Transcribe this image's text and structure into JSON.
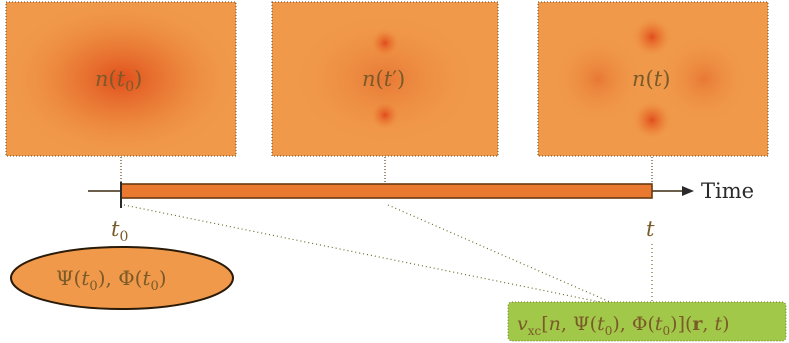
{
  "panels": [
    {
      "label_main": "n",
      "label_arg": "t",
      "label_sub": "0",
      "label_prime": ""
    },
    {
      "label_main": "n",
      "label_arg": "t",
      "label_sub": "",
      "label_prime": "′"
    },
    {
      "label_main": "n",
      "label_arg": "t",
      "label_sub": "",
      "label_prime": ""
    }
  ],
  "axis": {
    "label": "Time",
    "tick_start": {
      "main": "t",
      "sub": "0"
    },
    "tick_end": {
      "main": "t"
    }
  },
  "initial_state": {
    "psi": "Ψ",
    "phi": "Φ",
    "arg_main": "t",
    "arg_sub": "0"
  },
  "functional": {
    "v": "v",
    "v_sub": "xc",
    "n": "n",
    "psi": "Ψ",
    "phi": "Φ",
    "arg_main": "t",
    "arg_sub": "0",
    "r": "r",
    "t": "t"
  },
  "colors": {
    "panel_bg": "#f0994a",
    "density_core": "#e04a1a",
    "axis_bar": "#e8792e",
    "axis_bar_stroke": "#6a3a10",
    "ellipse_fill": "#f0994a",
    "functional_box": "#a2c84a",
    "dotted": "#6a6a2a"
  }
}
